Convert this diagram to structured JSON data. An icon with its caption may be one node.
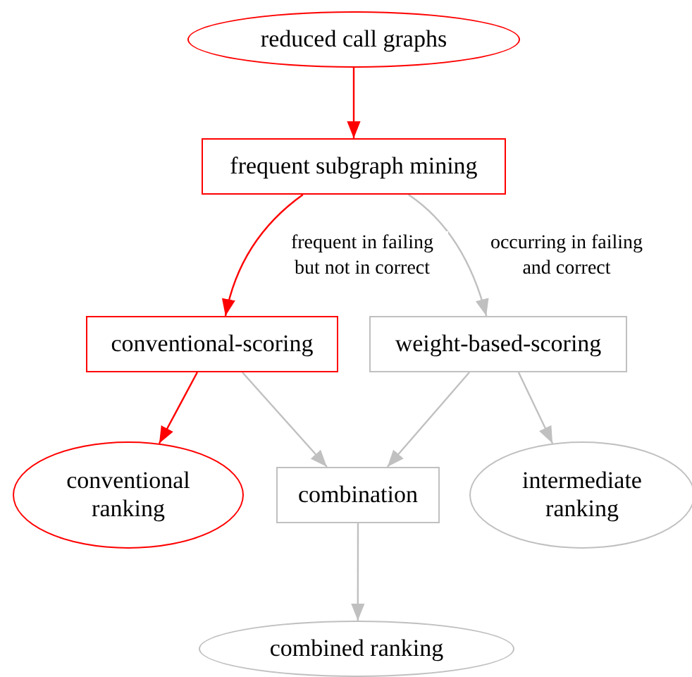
{
  "diagram": {
    "nodes": [
      {
        "text": [
          "reduced call graphs"
        ]
      },
      {
        "text": [
          "frequent subgraph mining"
        ]
      },
      {
        "text": [
          "conventional-scoring"
        ]
      },
      {
        "text": [
          "weight-based-scoring"
        ]
      },
      {
        "text": [
          "conventional ranking"
        ]
      },
      {
        "text": [
          "combination"
        ]
      },
      {
        "text": [
          "intermediate ranking"
        ]
      },
      {
        "text": [
          "combined ranking"
        ]
      }
    ],
    "edges": [
      {
        "from": 0,
        "to": 1,
        "arrow": "to",
        "color": "#ff0000"
      },
      {
        "from": 1,
        "to": 2,
        "arrow": "to",
        "color": "#ff0000",
        "label": "frequent in failing but not in correct"
      },
      {
        "from": 1,
        "to": 3,
        "arrow": "to",
        "label": "occurring in failing and correct"
      },
      {
        "from": 2,
        "to": 4,
        "arrow": "to",
        "color": "#ff0000"
      },
      {
        "from": 2,
        "to": 5,
        "arrow": "to"
      },
      {
        "from": 3,
        "to": 5,
        "arrow": "to"
      },
      {
        "from": 3,
        "to": 6,
        "arrow": "to"
      },
      {
        "from": 5,
        "to": 7,
        "arrow": "to"
      }
    ]
  }
}
